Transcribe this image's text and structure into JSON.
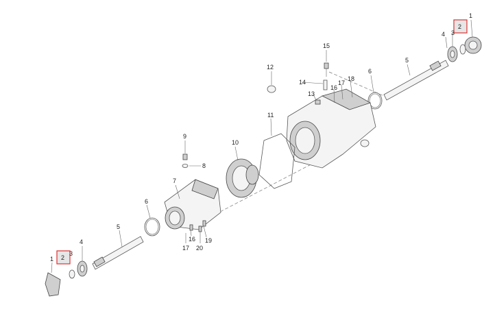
{
  "callouts": {
    "c1_top": "1",
    "c2_top": "2",
    "c3_top": "3",
    "c4_top": "4",
    "c5_top": "5",
    "c6_top": "6",
    "c12": "12",
    "c13": "13",
    "c14": "14",
    "c15": "15",
    "c16_top": "16",
    "c17_top": "17",
    "c18": "18",
    "c11": "11",
    "c10": "10",
    "c9": "9",
    "c8": "8",
    "c7": "7",
    "c6_bot": "6",
    "c5_bot": "5",
    "c4_bot": "4",
    "c3_bot": "3",
    "c2_bot": "2",
    "c1_bot": "1",
    "c16_bot": "16",
    "c17_bot": "17",
    "c19": "19",
    "c20": "20"
  },
  "highlight_color": "#dd3333"
}
